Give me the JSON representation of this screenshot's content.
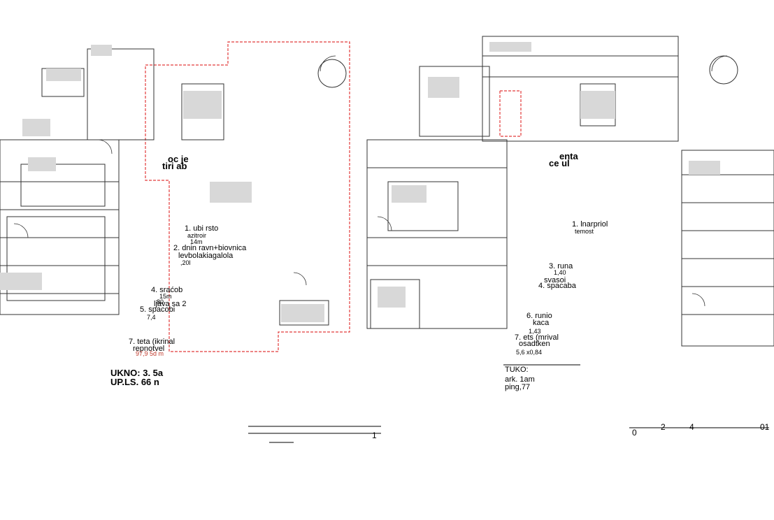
{
  "left_plan": {
    "title_a": "oc je",
    "title_b": "tiri ab",
    "rooms": [
      {
        "name": "1. ubi rsto",
        "sub": "azitroir",
        "area": "14m"
      },
      {
        "name": "2. dnin ravn+biovnica",
        "sub": "levbolakiagalola",
        "area": ",20l"
      },
      {
        "name": "4. sraćob",
        "sub": "15m",
        "area": "80"
      },
      {
        "name": "5. spacobi",
        "sub": "ljava sa 2",
        "area": "7,4"
      },
      {
        "name": "7. teta (ikrinal",
        "sub": "repnotvel",
        "area": "97,9 5d m"
      }
    ],
    "summary_1": "UKNO: 3. 5a",
    "summary_2": "UP.LS. 66 n"
  },
  "right_plan": {
    "title_a": "enta",
    "title_b": "ce ul",
    "rooms": [
      {
        "name": "1. lnarpriol",
        "sub": "temost"
      },
      {
        "name": "3. runa",
        "sub": "1,40"
      },
      {
        "name": "4. spacaba",
        "sub": "svasoi"
      },
      {
        "name": "6. runio",
        "sub": "kaca",
        "area": "1,43"
      },
      {
        "name": "7. ets (mrival",
        "sub": "osadtken",
        "area": "5,6 x0,84"
      }
    ],
    "summary_1": "TUKO:",
    "summary_2": "ark. 1am",
    "summary_3": "ping,77"
  },
  "scale_left": "1",
  "scale_right": [
    "0",
    "2",
    "4",
    "01"
  ],
  "colors": {
    "ink": "#000000",
    "outline": "#e23b3b",
    "fill": "#d8d8d8",
    "wall": "#333333"
  }
}
